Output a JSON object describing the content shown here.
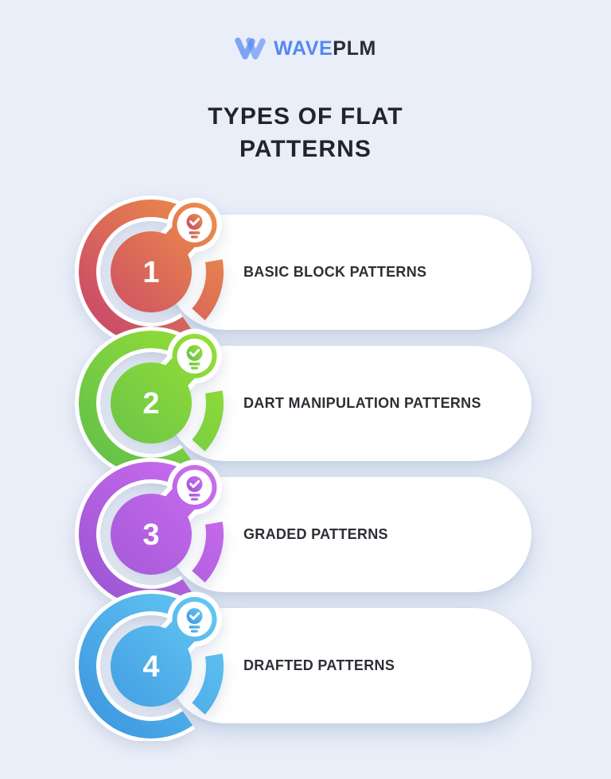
{
  "page": {
    "background_color": "#e9eef8"
  },
  "logo": {
    "brand_part1": "WAVE",
    "brand_part2": "PLM",
    "accent_color": "#5588f2",
    "dark_color": "#2b2b33"
  },
  "title": {
    "line1": "TYPES OF FLAT",
    "line2": "PATTERNS",
    "color": "#23232b"
  },
  "items": [
    {
      "number": "1",
      "label": "BASIC BLOCK PATTERNS",
      "gradient_from": "#c7436d",
      "gradient_to": "#f09543"
    },
    {
      "number": "2",
      "label": "DART MANIPULATION PATTERNS",
      "gradient_from": "#60bf4b",
      "gradient_to": "#9ae134"
    },
    {
      "number": "3",
      "label": "GRADED PATTERNS",
      "gradient_from": "#9a55d2",
      "gradient_to": "#d06ff2"
    },
    {
      "number": "4",
      "label": "DRAFTED PATTERNS",
      "gradient_from": "#3c94de",
      "gradient_to": "#66ccf5"
    }
  ],
  "card": {
    "background_color": "#ffffff"
  }
}
